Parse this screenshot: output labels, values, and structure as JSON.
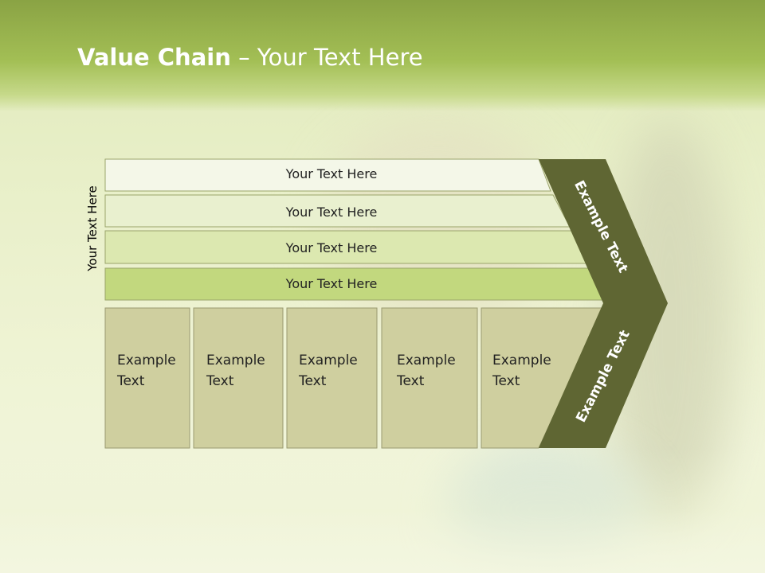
{
  "title": {
    "bold": "Value Chain",
    "rest": " – Your Text Here"
  },
  "side_label": "Your Text Here",
  "rows": [
    {
      "label": "Your Text Here",
      "fill": "#f4f7e8"
    },
    {
      "label": "Your Text Here",
      "fill": "#e9f0cf"
    },
    {
      "label": "Your Text Here",
      "fill": "#dce8b0"
    },
    {
      "label": "Your Text Here",
      "fill": "#c2d87e"
    }
  ],
  "columns": [
    {
      "line1": "Example",
      "line2": "Text"
    },
    {
      "line1": "Example",
      "line2": "Text"
    },
    {
      "line1": "Example",
      "line2": "Text"
    },
    {
      "line1": "Example",
      "line2": "Text"
    },
    {
      "line1": "Example",
      "line2": "Text"
    }
  ],
  "chevron": {
    "upper_label": "Example Text",
    "lower_label": "Example Text"
  },
  "colors": {
    "chevron": "#5f6633",
    "column_fill": "#cfcf9f",
    "header": "#a3bf55"
  }
}
